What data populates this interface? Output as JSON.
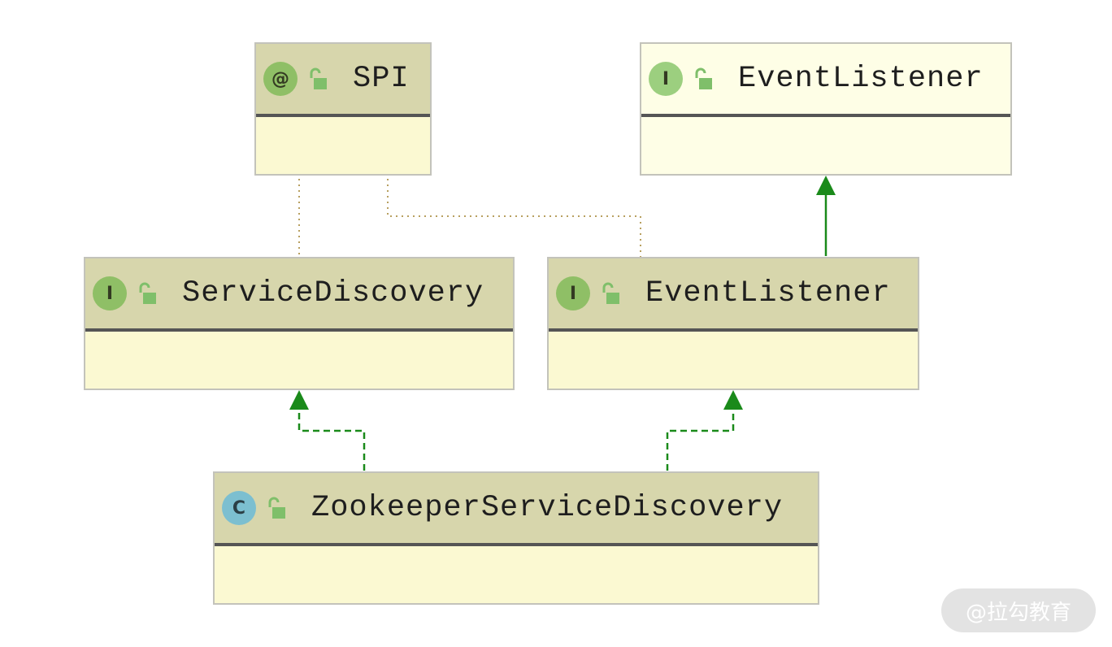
{
  "diagram": {
    "nodes": [
      {
        "id": "spi",
        "badge": "@",
        "kind": "annotation",
        "name": "SPI"
      },
      {
        "id": "event-listener-top",
        "badge": "I",
        "kind": "interface",
        "name": "EventListener"
      },
      {
        "id": "service-discovery",
        "badge": "I",
        "kind": "interface",
        "name": "ServiceDiscovery"
      },
      {
        "id": "event-listener",
        "badge": "I",
        "kind": "interface",
        "name": "EventListener"
      },
      {
        "id": "zookeeper-service-discovery",
        "badge": "C",
        "kind": "class",
        "name": "ZookeeperServiceDiscovery"
      }
    ],
    "edges": [
      {
        "from": "event-listener",
        "to": "event-listener-top",
        "type": "extends"
      },
      {
        "from": "zookeeper-service-discovery",
        "to": "service-discovery",
        "type": "implements"
      },
      {
        "from": "zookeeper-service-discovery",
        "to": "event-listener",
        "type": "implements"
      },
      {
        "from": "service-discovery",
        "to": "spi",
        "type": "annotated-with"
      },
      {
        "from": "event-listener",
        "to": "spi",
        "type": "annotated-with"
      }
    ],
    "colors": {
      "header": "#d7d6ac",
      "body": "#fbf9d2",
      "light_node": "#fefee6",
      "arrow": "#1a8a1a",
      "annotation_link": "#b8a060"
    }
  },
  "watermark": {
    "text": "@拉勾教育"
  }
}
